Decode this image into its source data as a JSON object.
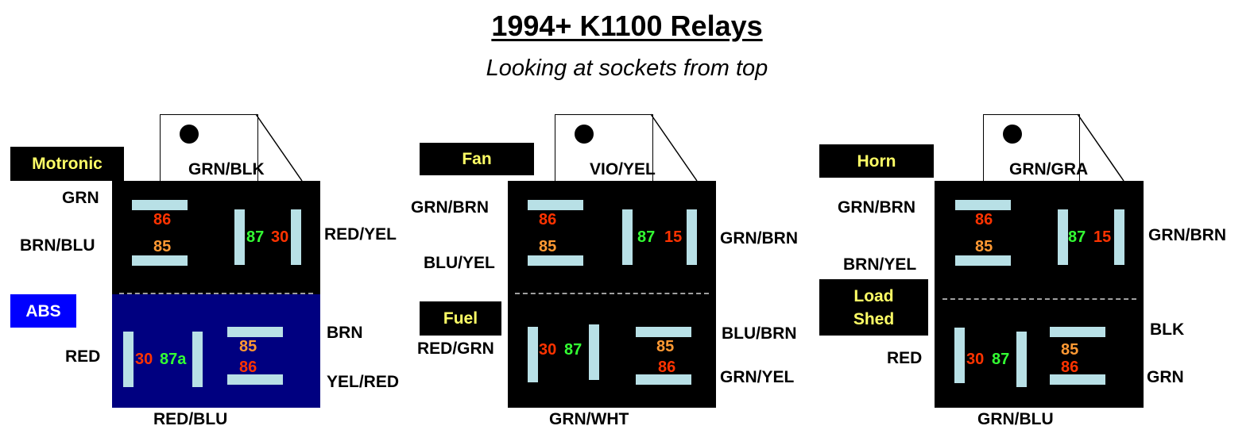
{
  "title": "1994+ K1100 Relays",
  "subtitle": "Looking at sockets from top",
  "relays": [
    {
      "top_tag": "Motronic",
      "bottom_tag": "ABS",
      "top_wire": "GRN/BLK",
      "bottom_wire": "RED/BLU",
      "upper": {
        "left_top": "GRN",
        "left_bottom": "BRN/BLU",
        "right": "RED/YEL",
        "pin_a": "86",
        "pin_b": "85",
        "pin_c": "87",
        "pin_d": "30"
      },
      "lower": {
        "left": "RED",
        "right_top": "BRN",
        "right_bottom": "YEL/RED",
        "pin_a": "30",
        "pin_b": "87a",
        "pin_c": "85",
        "pin_d": "86"
      },
      "lower_color": "#000080"
    },
    {
      "top_tag": "Fan",
      "bottom_tag": "Fuel",
      "top_wire": "VIO/YEL",
      "bottom_wire": "GRN/WHT",
      "upper": {
        "left_top": "GRN/BRN",
        "left_bottom": "BLU/YEL",
        "right": "GRN/BRN",
        "pin_a": "86",
        "pin_b": "85",
        "pin_c": "87",
        "pin_d": "15"
      },
      "lower": {
        "left": "RED/GRN",
        "right_top": "BLU/BRN",
        "right_bottom": "GRN/YEL",
        "pin_a": "30",
        "pin_b": "87",
        "pin_c": "85",
        "pin_d": "86"
      },
      "lower_color": "#000000"
    },
    {
      "top_tag": "Horn",
      "bottom_tag": "Load Shed",
      "top_wire": "GRN/GRA",
      "bottom_wire": "GRN/BLU",
      "upper": {
        "left_top": "GRN/BRN",
        "left_bottom": "BRN/YEL",
        "right": "GRN/BRN",
        "pin_a": "86",
        "pin_b": "85",
        "pin_c": "87",
        "pin_d": "15"
      },
      "lower": {
        "left": "RED",
        "right_top": "BLK",
        "right_bottom": "GRN",
        "pin_a": "30",
        "pin_b": "87",
        "pin_c": "85",
        "pin_d": "86"
      },
      "lower_color": "#000000"
    }
  ],
  "colors": {
    "pin_86": "#ff3300",
    "pin_85": "#ff9933",
    "pin_87": "#33ff33",
    "pin_30": "#ff3300",
    "bar": "#b8e0e6",
    "tag_text": "#ffff66",
    "abs_tag_bg": "#0000ff",
    "abs_socket_bg": "#000080"
  }
}
